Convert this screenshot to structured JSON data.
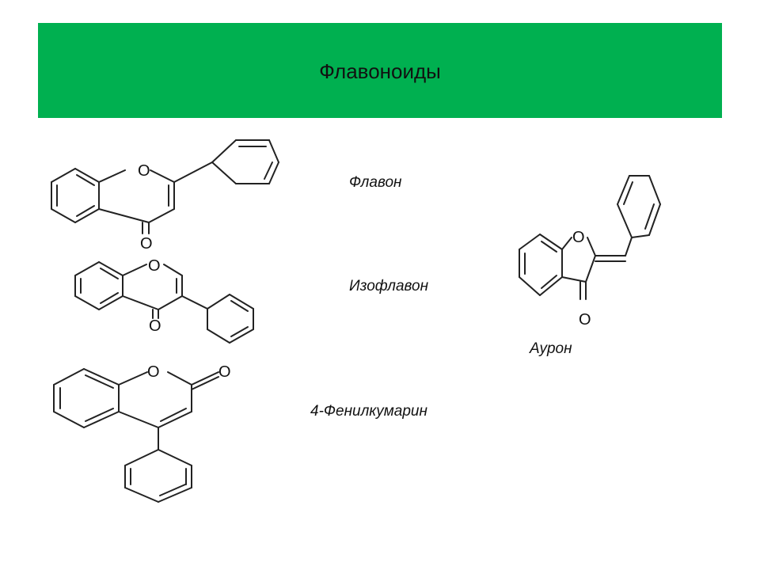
{
  "slide": {
    "title": "Флавоноиды",
    "compounds": [
      {
        "label": "Флавон",
        "ring_o": "O",
        "carbonyl_o": "O"
      },
      {
        "label": "Изофлавон",
        "ring_o": "O",
        "carbonyl_o": "O"
      },
      {
        "label": "4-Фенилкумарин",
        "ring_o": "O",
        "carbonyl_o": "O"
      },
      {
        "label": "Аурон",
        "ring_o": "O",
        "carbonyl_o": "O"
      }
    ]
  },
  "colors": {
    "header": "#00b050",
    "ink": "#222222"
  }
}
